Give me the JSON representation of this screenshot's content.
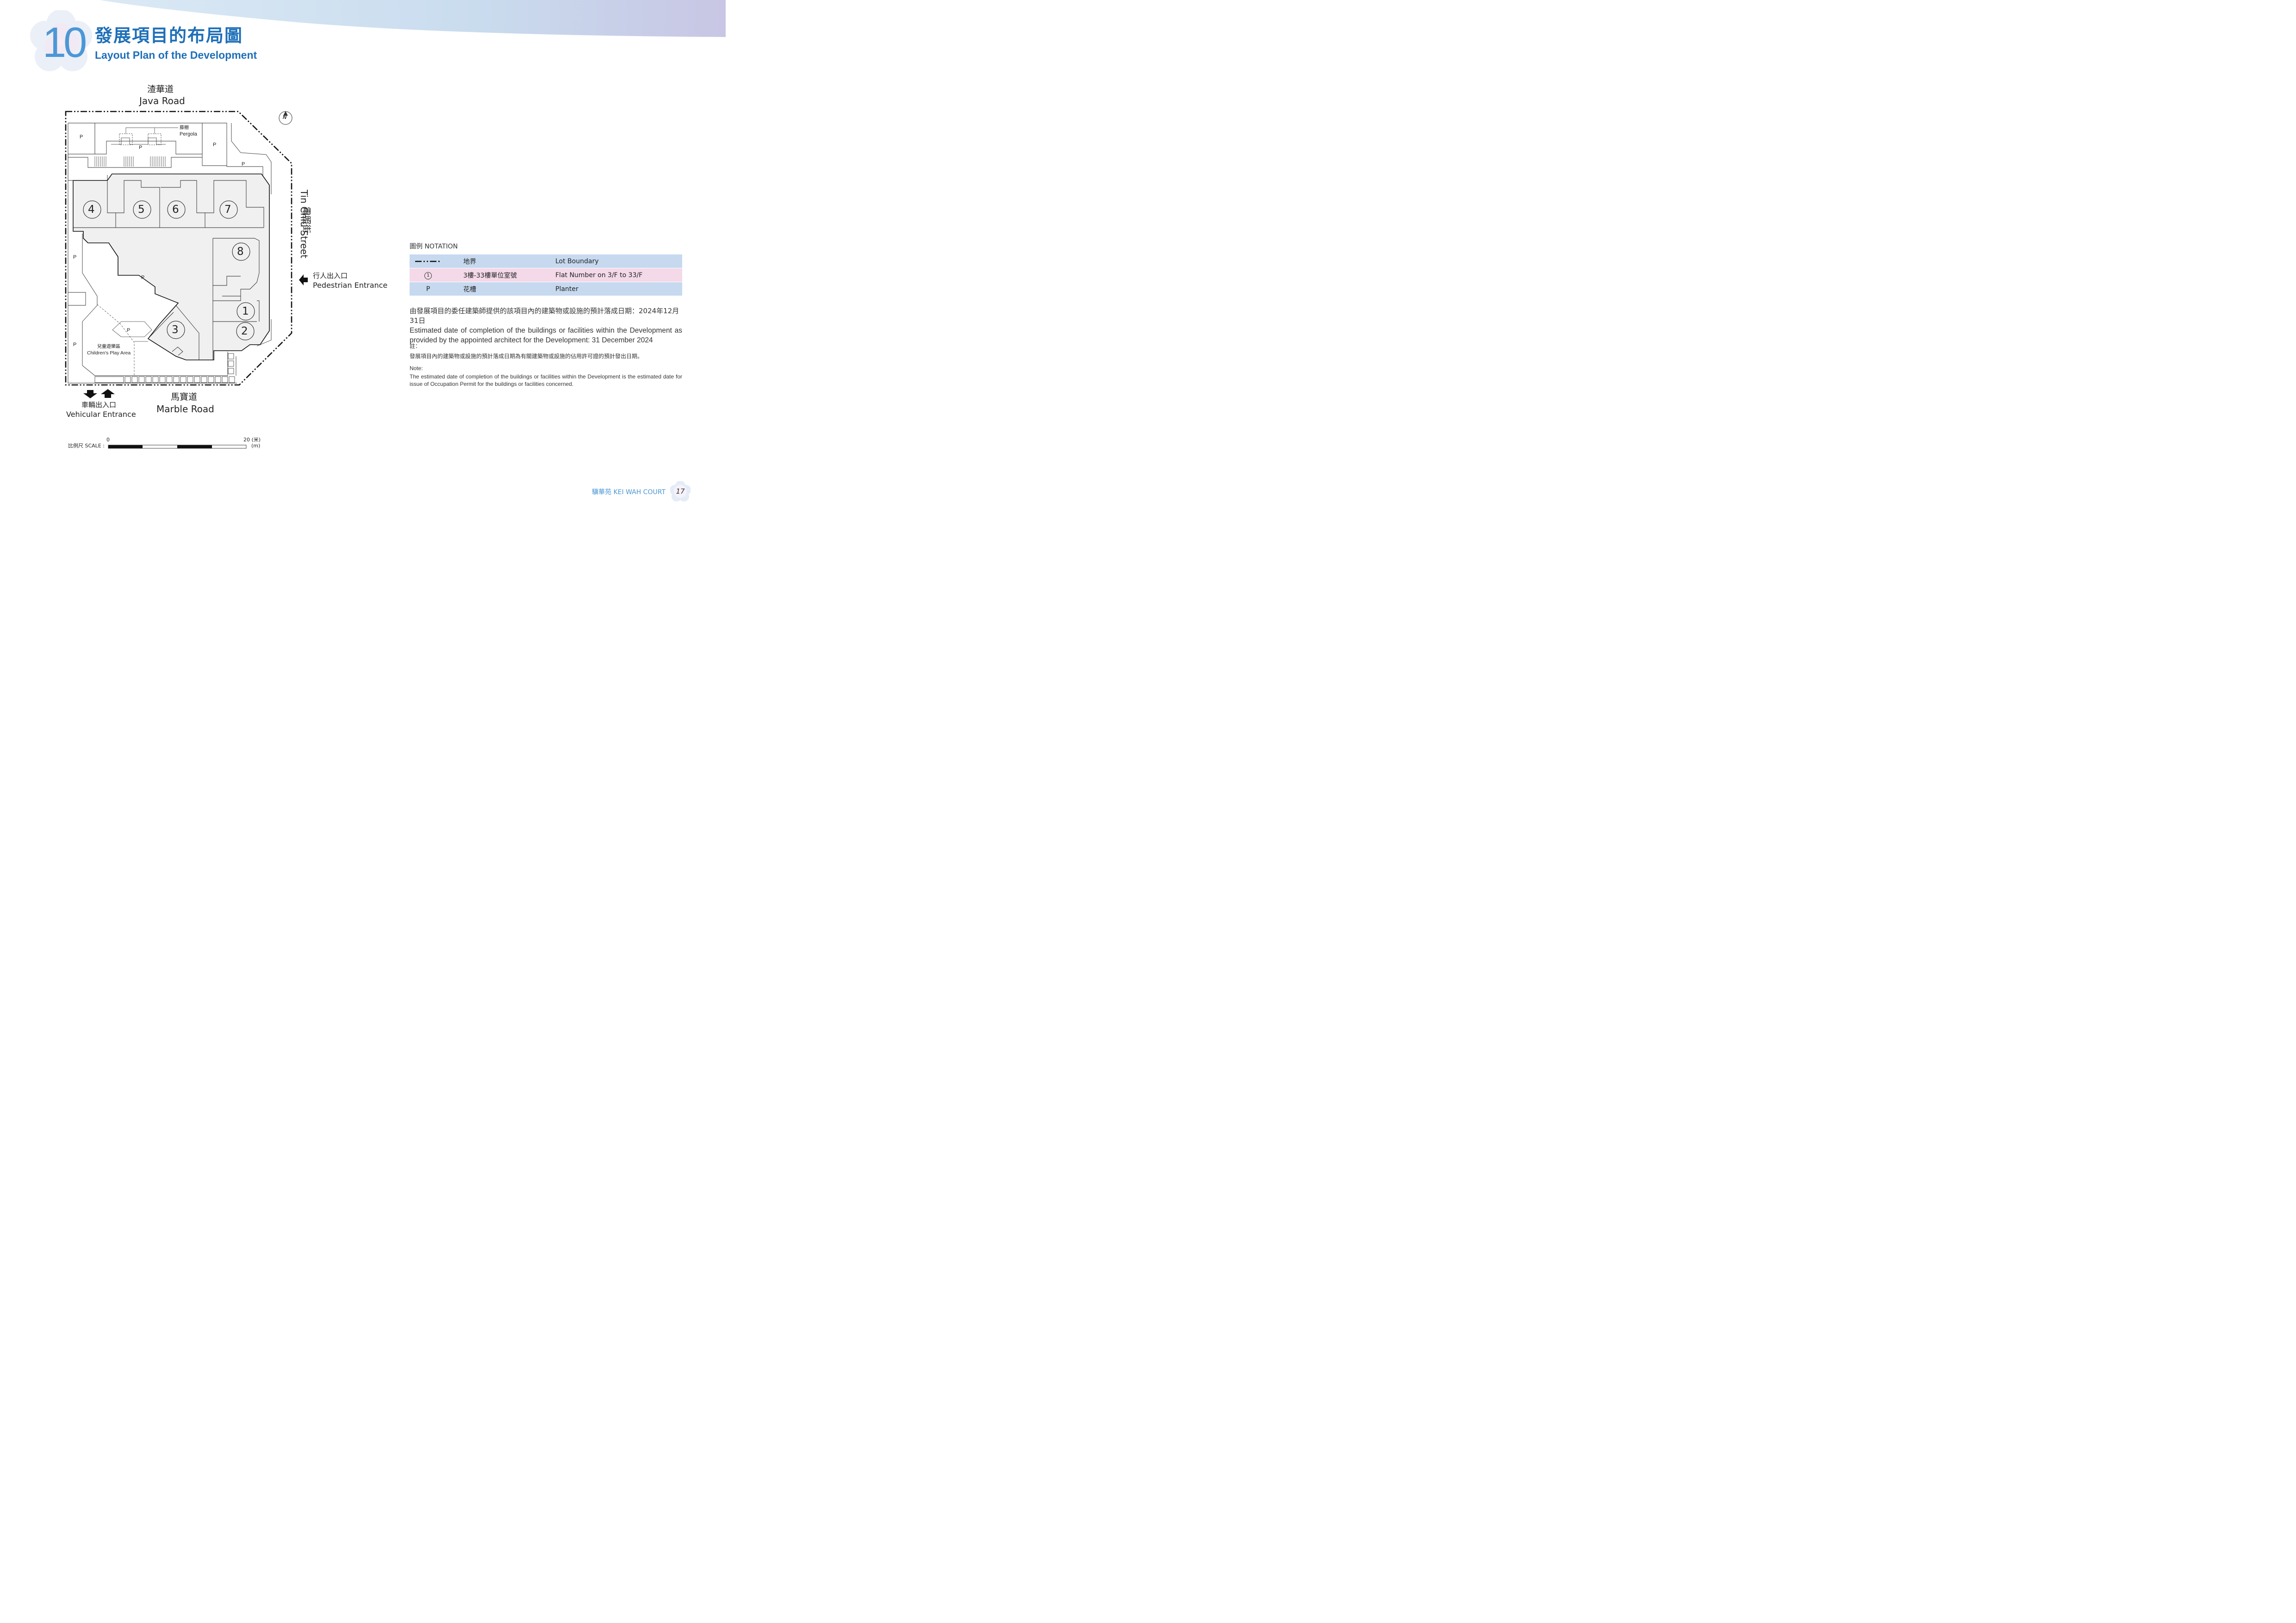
{
  "section": {
    "number": "10",
    "title_zh": "發展項目的布局圖",
    "title_en": "Layout Plan of the Development"
  },
  "plan": {
    "roads": {
      "java_zh": "渣華道",
      "java_en": "Java Road",
      "marble_zh": "馬寶道",
      "marble_en": "Marble Road",
      "tinchiu_zh": "電照街",
      "tinchiu_en": "Tin Chiu Street"
    },
    "entrances": {
      "pedestrian_zh": "行人出入口",
      "pedestrian_en": "Pedestrian Entrance",
      "vehicular_zh": "車輛出入口",
      "vehicular_en": "Vehicular Entrance"
    },
    "pergola_zh": "藤棚",
    "pergola_en": "Pergola",
    "play_area_zh": "兒童遊樂區",
    "play_area_en": "Children's Play Area",
    "planter_mark": "P",
    "north_mark": "N",
    "flats": [
      "1",
      "2",
      "3",
      "4",
      "5",
      "6",
      "7",
      "8"
    ],
    "scale": {
      "label": "比例尺 SCALE :",
      "zero": "0",
      "end": "20 (米)",
      "unit": "(m)"
    }
  },
  "notation": {
    "title": "圖例 NOTATION",
    "rows": [
      {
        "symbol": "",
        "zh": "地界",
        "en": "Lot Boundary"
      },
      {
        "symbol": "1",
        "zh": "3樓-33樓單位室號",
        "en": "Flat Number on 3/F to 33/F"
      },
      {
        "symbol": "P",
        "zh": "花槽",
        "en": "Planter"
      }
    ]
  },
  "completion": {
    "zh": "由發展項目的委任建築師提供的該項目內的建築物或設施的預計落成日期：2024年12月31日",
    "en": "Estimated date of completion of the buildings or facilities within the Development as provided by the appointed architect for the Development: 31 December 2024"
  },
  "notes": {
    "label_zh": "註：",
    "zh": "發展項目內的建築物或設施的預計落成日期為有關建築物或設施的佔用許可證的預計發出日期。",
    "label_en": "Note:",
    "en": "The estimated date of completion of the buildings or facilities within the Development is the estimated date for issue of Occupation Permit for the buildings or facilities concerned."
  },
  "footer": {
    "name": "驥華苑  KEI WAH COURT",
    "page": "17"
  },
  "colors": {
    "title_blue": "#1e6fb8",
    "light_blue": "#4c97d6",
    "row_blue": "#c6d9ef",
    "row_pink": "#f4d9e8",
    "building_fill": "#f0f0f0"
  }
}
